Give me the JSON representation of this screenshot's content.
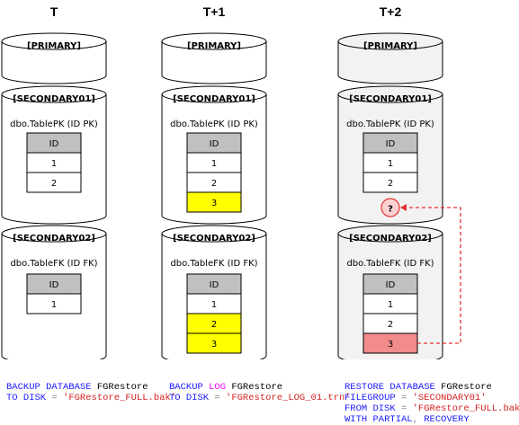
{
  "columns": [
    {
      "time": "T",
      "primary": "[PRIMARY]",
      "sec1": {
        "label": "[SECONDARY01]",
        "table": "dbo.TablePK (ID PK)",
        "header": "ID",
        "rows": [
          "1",
          "2"
        ],
        "highlight": []
      },
      "sec2": {
        "label": "[SECONDARY02]",
        "table": "dbo.TableFK (ID FK)",
        "header": "ID",
        "rows": [
          "1"
        ],
        "highlight": []
      },
      "shaded": false
    },
    {
      "time": "T+1",
      "primary": "[PRIMARY]",
      "sec1": {
        "label": "[SECONDARY01]",
        "table": "dbo.TablePK (ID PK)",
        "header": "ID",
        "rows": [
          "1",
          "2",
          "3"
        ],
        "highlight": [
          2
        ]
      },
      "sec2": {
        "label": "[SECONDARY02]",
        "table": "dbo.TableFK (ID FK)",
        "header": "ID",
        "rows": [
          "1",
          "2",
          "3"
        ],
        "highlight": [
          1,
          2
        ]
      },
      "shaded": false
    },
    {
      "time": "T+2",
      "primary": "[PRIMARY]",
      "sec1": {
        "label": "[SECONDARY01]",
        "table": "dbo.TablePK (ID PK)",
        "header": "ID",
        "rows": [
          "1",
          "2"
        ],
        "highlight": []
      },
      "sec2": {
        "label": "[SECONDARY02]",
        "table": "dbo.TableFK (ID FK)",
        "header": "ID",
        "rows": [
          "1",
          "2",
          "3"
        ],
        "highlight": [
          2
        ]
      },
      "shaded": true,
      "question": "?"
    }
  ],
  "colors": {
    "highlight_yellow": "#ffff00",
    "highlight_red": "#f28b8b",
    "header_gray": "#c0c0c0",
    "shade": "#f2f2f2",
    "arrow_red": "#e83030"
  },
  "code": {
    "col1": {
      "l1": {
        "kw": "BACKUP DATABASE",
        "name": " FGRestore"
      },
      "l2": {
        "kw": "TO DISK",
        "op": " = ",
        "str": "'FGRestore_FULL.bak'"
      }
    },
    "col2": {
      "l1": {
        "kw": "BACKUP",
        "log": " LOG",
        "name": " FGRestore"
      },
      "l2": {
        "kw": "TO DISK",
        "op": " = ",
        "str": "'FGRestore_LOG_01.trn'"
      }
    },
    "col3": {
      "l1": {
        "kw": "RESTORE DATABASE",
        "name": " FGRestore"
      },
      "l2": {
        "kw": "FILEGROUP",
        "op": " = ",
        "str": "'SECONDARY01'"
      },
      "l3": {
        "kw": "FROM DISK",
        "op": " = ",
        "str": "'FGRestore_FULL.bak'"
      },
      "l4": {
        "kw": "WITH PARTIAL",
        "op": ",",
        "kw2": " RECOVERY"
      }
    }
  }
}
